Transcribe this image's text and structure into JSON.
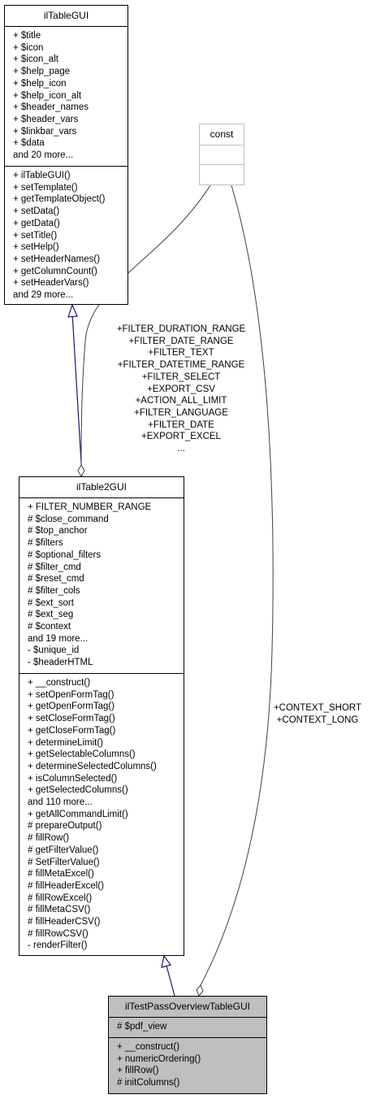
{
  "classes": {
    "iltablegui": {
      "name": "ilTableGUI",
      "attributes": [
        "+ $title",
        "+ $icon",
        "+ $icon_alt",
        "+ $help_page",
        "+ $help_icon",
        "+ $help_icon_alt",
        "+ $header_names",
        "+ $header_vars",
        "+ $linkbar_vars",
        "+ $data",
        "and 20 more..."
      ],
      "methods": [
        "+ ilTableGUI()",
        "+ setTemplate()",
        "+ getTemplateObject()",
        "+ setData()",
        "+ getData()",
        "+ setTitle()",
        "+ setHelp()",
        "+ setHeaderNames()",
        "+ getColumnCount()",
        "+ setHeaderVars()",
        "and 29 more..."
      ]
    },
    "const": {
      "name": "const"
    },
    "iltable2gui": {
      "name": "ilTable2GUI",
      "attributes": [
        "+ FILTER_NUMBER_RANGE",
        "# $close_command",
        "# $top_anchor",
        "# $filters",
        "# $optional_filters",
        "# $filter_cmd",
        "# $reset_cmd",
        "# $filter_cols",
        "# $ext_sort",
        "# $ext_seg",
        "# $context",
        "and 19 more...",
        "- $unique_id",
        "- $headerHTML"
      ],
      "methods": [
        "+ __construct()",
        "+ setOpenFormTag()",
        "+ getOpenFormTag()",
        "+ setCloseFormTag()",
        "+ getCloseFormTag()",
        "+ determineLimit()",
        "+ getSelectableColumns()",
        "+ determineSelectedColumns()",
        "+ isColumnSelected()",
        "+ getSelectedColumns()",
        "and 110 more...",
        "+ getAllCommandLimit()",
        "# prepareOutput()",
        "# fillRow()",
        "# getFilterValue()",
        "# SetFilterValue()",
        "# fillMetaExcel()",
        "# fillHeaderExcel()",
        "# fillRowExcel()",
        "# fillMetaCSV()",
        "# fillHeaderCSV()",
        "# fillRowCSV()",
        "- renderFilter()"
      ]
    },
    "iltestpassoverviewtablegui": {
      "name": "ilTestPassOverviewTableGUI",
      "attributes": [
        "# $pdf_view"
      ],
      "methods": [
        "+ __construct()",
        "+ numericOrdering()",
        "+ fillRow()",
        "# initColumns()"
      ]
    }
  },
  "edge_labels": {
    "const_to_table2": [
      "+FILTER_DURATION_RANGE",
      "+FILTER_DATE_RANGE",
      "+FILTER_TEXT",
      "+FILTER_DATETIME_RANGE",
      "+FILTER_SELECT",
      "+EXPORT_CSV",
      "+ACTION_ALL_LIMIT",
      "+FILTER_LANGUAGE",
      "+FILTER_DATE",
      "+EXPORT_EXCEL",
      "..."
    ],
    "const_to_testpass": [
      "+CONTEXT_SHORT",
      "+CONTEXT_LONG"
    ]
  },
  "colors": {
    "inheritance_edge": "#191970",
    "usage_edge": "#404040",
    "highlight_fill": "#bfbfbf",
    "const_border": "#bfbfbf"
  }
}
